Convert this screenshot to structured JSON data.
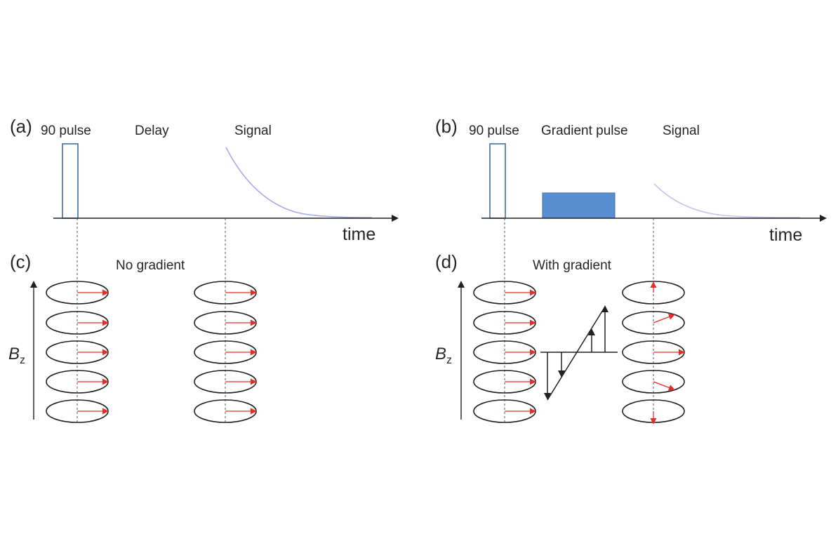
{
  "panel_a": {
    "tag": "(a)",
    "pulse_label": "90 pulse",
    "middle_label": "Delay",
    "signal_label": "Signal",
    "axis_label": "time"
  },
  "panel_b": {
    "tag": "(b)",
    "pulse_label": "90 pulse",
    "middle_label": "Gradient pulse",
    "signal_label": "Signal",
    "axis_label": "time"
  },
  "panel_c": {
    "tag": "(c)",
    "title": "No gradient",
    "axis_symbol": "B",
    "axis_subscript": "z"
  },
  "panel_d": {
    "tag": "(d)",
    "title": "With gradient",
    "axis_symbol": "B",
    "axis_subscript": "z"
  },
  "colors": {
    "pulse_outline": "#3f6ea6",
    "gradient_fill": "#5b8ed1",
    "signal_curve": "#a8a8ee",
    "spin_arrow": "#e0302a",
    "line": "#222222"
  }
}
